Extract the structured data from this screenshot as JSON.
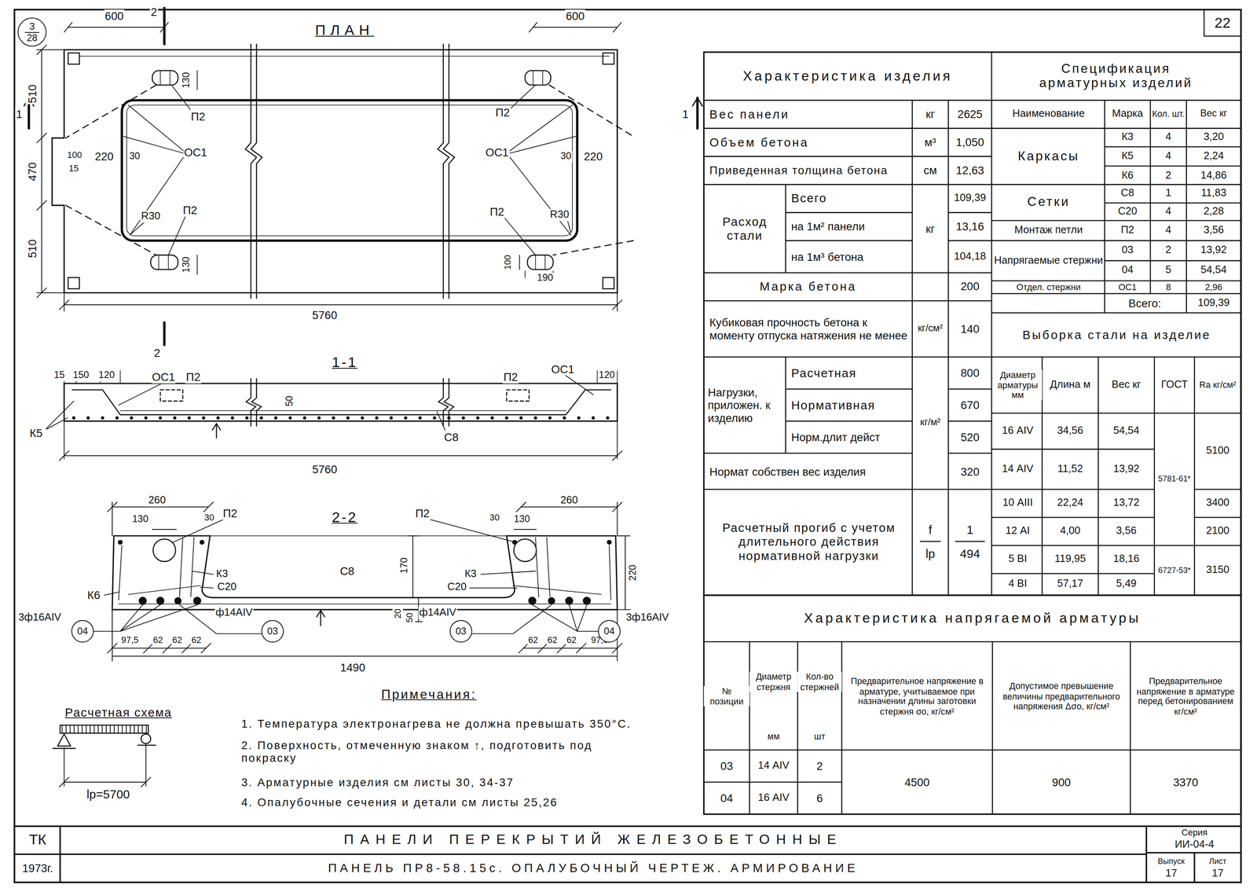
{
  "diagram": {
    "nodes": [
      {
        "text": [
          "3",
          "28"
        ]
      },
      {
        "text": [
          "04"
        ]
      },
      {
        "text": [
          "03"
        ]
      },
      {
        "text": [
          "03"
        ]
      },
      {
        "text": [
          "04"
        ]
      }
    ],
    "labels": [
      "600",
      "2",
      "600",
      "ПЛАН",
      "510",
      "470",
      "510",
      "1",
      "130",
      "П2",
      "П2",
      "100",
      "15",
      "220",
      "30",
      "ОС1",
      "ОС1",
      "30",
      "220",
      "R30",
      "П2",
      "П2",
      "R30",
      "130",
      "100",
      "190",
      "5760",
      "2",
      "1-1",
      "15",
      "150",
      "120",
      "ОС1",
      "П2",
      "П2",
      "ОС1",
      "120",
      "К5",
      "50",
      "С8",
      "5760",
      "2-2",
      "260",
      "130",
      "30",
      "П2",
      "П2",
      "30",
      "130",
      "260",
      "К3",
      "С20",
      "С8",
      "170",
      "К3",
      "С20",
      "220",
      "К6",
      "3ф16АIV",
      "ф14АIV",
      "20",
      "50",
      "ф14АIV",
      "3ф16АIV",
      "97,5",
      "62",
      "62",
      "62",
      "62",
      "62",
      "62",
      "97,5",
      "1490",
      "Расчетная схема",
      "lр=5700",
      "Примечания:",
      "1. Температура электронагрева не должна превышать 350°С.",
      "2. Поверхность, отмеченную знаком ↑, подготовить под покраску",
      "3. Арматурные изделия см листы 30, 34-37",
      "4. Опалубочные сечения и детали см листы 25,26",
      "ТК",
      "1973г.",
      "ПАНЕЛИ ПЕРЕКРЫТИЙ ЖЕЛЕЗОБЕТОННЫЕ",
      "ПАНЕЛЬ ПР8-58.15с. ОПАЛУБОЧНЫЙ ЧЕРТЕЖ. АРМИРОВАНИЕ",
      "Серия",
      "ИИ-04-4",
      "Выпуск",
      "17",
      "Лист",
      "17",
      "22",
      "1",
      "Характеристика изделия",
      "Вес панели",
      "кг",
      "2625",
      "Объем бетона",
      "м³",
      "1,050",
      "Приведенная толщина бетона",
      "см",
      "12,63",
      "Расход стали",
      "Всего",
      "на 1м² панели",
      "на 1м³ бетона",
      "кг",
      "109,39",
      "13,16",
      "104,18",
      "Марка бетона",
      "200",
      "Кубиковая прочность бетона к моменту отпуска натяжения не менее",
      "кг/см²",
      "140",
      "Нагрузки, приложен. к изделию",
      "Расчетная",
      "Нормативная",
      "Норм.длит дейст",
      "кг/м²",
      "800",
      "670",
      "520",
      "Нормат собствен вес изделия",
      "320",
      "Расчетный прогиб с учетом длительного действия нормативной нагрузки",
      "f",
      "lр",
      "1",
      "494",
      "Спецификация арматурных изделий",
      "Наименование",
      "Марка",
      "Кол. шт.",
      "Вес кг",
      "Каркасы",
      "К3",
      "4",
      "3,20",
      "К5",
      "4",
      "2,24",
      "К6",
      "2",
      "14,86",
      "Сетки",
      "С8",
      "1",
      "11,83",
      "С20",
      "4",
      "2,28",
      "Монтаж петли",
      "П2",
      "4",
      "3,56",
      "Напрягаемые стержни",
      "03",
      "2",
      "13,92",
      "04",
      "5",
      "54,54",
      "Отдел. стержни",
      "ОС1",
      "8",
      "2,96",
      "Всего:",
      "109,39",
      "Выборка стали на изделие",
      "Диаметр арматуры мм",
      "Длина м",
      "Вес кг",
      "ГОСТ",
      "Rа кг/см²",
      "16 АIV",
      "34,56",
      "54,54",
      "14 АIV",
      "11,52",
      "13,92",
      "10 АIII",
      "22,24",
      "13,72",
      "12 АI",
      "4,00",
      "3,56",
      "5 ВI",
      "119,95",
      "18,16",
      "4 ВI",
      "57,17",
      "5,49",
      "5781-61*",
      "6727-53*",
      "5100",
      "3400",
      "2100",
      "3150",
      "Характеристика напрягаемой арматуры",
      "№ позиции",
      "Диаметр стержня",
      "мм",
      "Кол-во стержней",
      "шт",
      "Предварительное напряжение в арматуре, учитываемое при назначении длины заготовки стержня σо, кг/см²",
      "Допустимое превышение величины предварительного напряжения Δσо, кг/см²",
      "Предварительное напряжение в арматуре перед бетонированием кг/см²",
      "03",
      "14 АIV",
      "2",
      "04",
      "16 АIV",
      "6",
      "4500",
      "900",
      "3370"
    ]
  }
}
